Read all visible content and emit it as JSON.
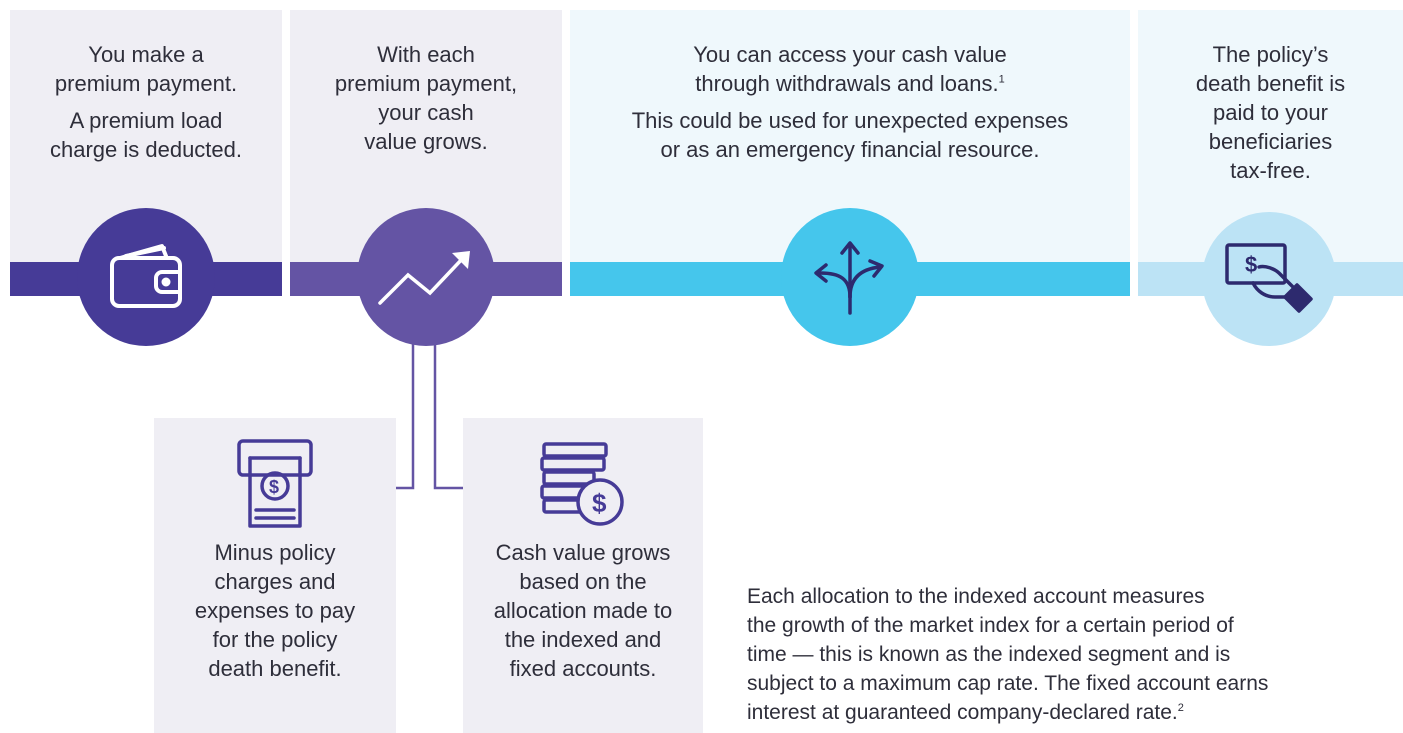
{
  "steps": [
    {
      "lines": [
        "You make a",
        "premium payment."
      ],
      "lines2": [
        "A premium load",
        "charge is deducted."
      ],
      "icon": "wallet-icon"
    },
    {
      "lines": [
        "With each",
        "premium payment,",
        "your cash",
        "value grows."
      ],
      "icon": "growth-arrow-icon"
    },
    {
      "lines": [
        "You can access your cash value",
        "through withdrawals and loans."
      ],
      "sup": "1",
      "lines2": [
        "This could be used for unexpected expenses",
        "or as an emergency financial resource."
      ],
      "icon": "branching-arrows-icon"
    },
    {
      "lines": [
        "The policy’s",
        "death benefit is",
        "paid to your",
        "beneficiaries",
        "tax-free."
      ],
      "icon": "hand-with-money-icon"
    }
  ],
  "substeps": [
    {
      "lines": [
        "Minus policy",
        "charges and",
        "expenses to pay",
        "for the policy",
        "death benefit."
      ],
      "icon": "cash-dispenser-icon"
    },
    {
      "lines": [
        "Cash value grows",
        "based on the",
        "allocation made to",
        "the indexed and",
        "fixed accounts."
      ],
      "icon": "coin-stack-dollar-icon"
    }
  ],
  "note": {
    "lines": [
      "Each allocation to the indexed account measures",
      "the growth of the market index for a certain period of",
      "time — this is known as the indexed segment and is",
      "subject to a maximum cap rate. The fixed account earns",
      "interest at guaranteed company-declared rate."
    ],
    "sup": "2"
  },
  "colors": {
    "dark_purple": "#463b97",
    "purple": "#6454a4",
    "cyan": "#45c6ec",
    "light_blue": "#bce3f5",
    "panel_gray": "#efeef4",
    "panel_blue": "#eff8fc"
  }
}
